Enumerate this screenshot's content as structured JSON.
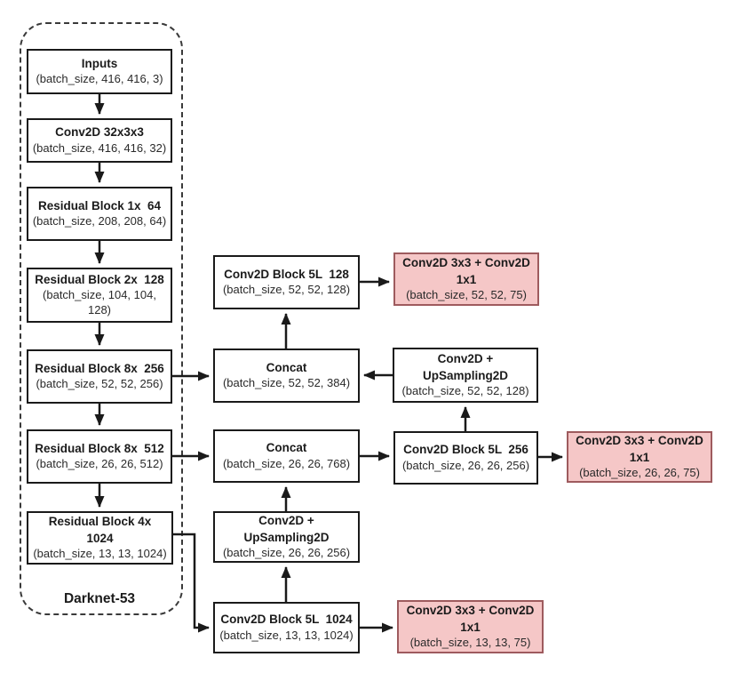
{
  "diagram": {
    "darknet_label": "Darknet-53",
    "colors": {
      "line": "#1a1a1a",
      "box_border": "#1a1a1a",
      "box_fill": "#ffffff",
      "detection_fill": "#f5c7c7",
      "detection_border": "#9e5b5e"
    },
    "nodes": {
      "inputs": {
        "title": "Inputs",
        "shape": "(batch_size, 416, 416, 3)"
      },
      "conv32": {
        "title": "Conv2D 32x3x3",
        "shape": "(batch_size, 416, 416, 32)"
      },
      "rb1": {
        "title": "Residual Block 1x  64",
        "shape": "(batch_size, 208, 208, 64)"
      },
      "rb2": {
        "title": "Residual Block 2x  128",
        "shape": "(batch_size, 104, 104, 128)"
      },
      "rb8a": {
        "title": "Residual Block 8x  256",
        "shape": "(batch_size, 52, 52, 256)"
      },
      "rb8b": {
        "title": "Residual Block 8x  512",
        "shape": "(batch_size, 26, 26, 512)"
      },
      "rb4": {
        "title": "Residual Block 4x  1024",
        "shape": "(batch_size, 13, 13, 1024)"
      },
      "block128": {
        "title": "Conv2D Block 5L  128",
        "shape": "(batch_size, 52, 52, 128)"
      },
      "concat52": {
        "title": "Concat",
        "shape": "(batch_size, 52, 52, 384)"
      },
      "concat26": {
        "title": "Concat",
        "shape": "(batch_size, 26, 26, 768)"
      },
      "up26": {
        "title": "Conv2D + UpSampling2D",
        "shape": "(batch_size, 26, 26, 256)"
      },
      "block1024": {
        "title": "Conv2D Block 5L  1024",
        "shape": "(batch_size, 13, 13, 1024)"
      },
      "red52": {
        "title": "Conv2D 3x3 + Conv2D 1x1",
        "shape": "(batch_size, 52, 52, 75)"
      },
      "up52": {
        "title": "Conv2D + UpSampling2D",
        "shape": "(batch_size, 52, 52, 128)"
      },
      "block256": {
        "title": "Conv2D Block 5L  256",
        "shape": "(batch_size, 26, 26, 256)"
      },
      "red26": {
        "title": "Conv2D 3x3 + Conv2D 1x1",
        "shape": "(batch_size, 26, 26, 75)"
      },
      "red13": {
        "title": "Conv2D 3x3 + Conv2D 1x1",
        "shape": "(batch_size, 13, 13, 75)"
      }
    }
  }
}
